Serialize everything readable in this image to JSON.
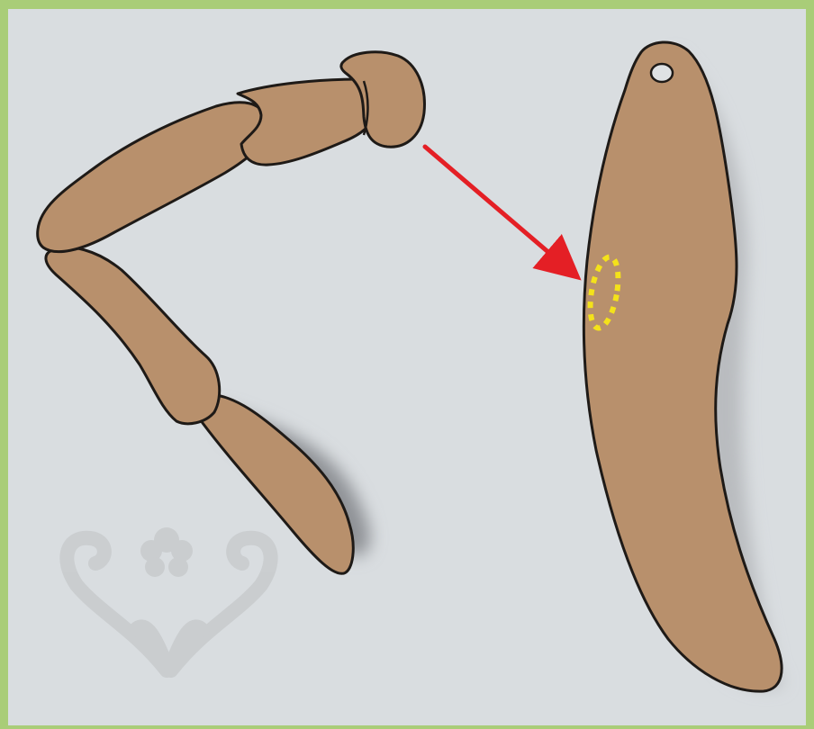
{
  "photo": {
    "subject": "cardboard-craft-leg-pieces",
    "colors": {
      "frame": "#a9cd78",
      "background": "#d9dde0",
      "cardboard": "#b8906c",
      "outline": "#1e1a17",
      "arrow": "#e41f25",
      "highlight": "#f4e21a",
      "watermark": "#c9ccce",
      "shadow": "#8f9296"
    },
    "annotations": {
      "arrow": "arrow-pointing-to-attachment-point",
      "highlight": "dotted-ellipse-marking-attachment-spot"
    },
    "watermark": {
      "icon": "flourish-flower-icon"
    }
  }
}
